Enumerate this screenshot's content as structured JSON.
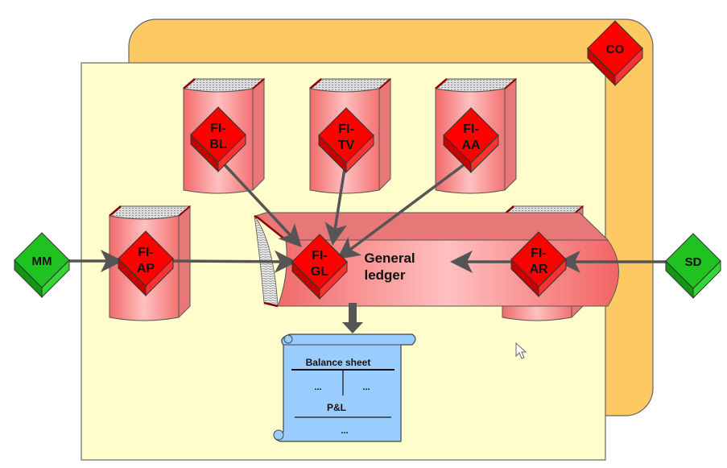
{
  "diagram": {
    "title": "SAP FI integration with General Ledger",
    "colors": {
      "co_area": "#FDC963",
      "fi_area": "#FFFDCC",
      "book": "#F7A0A0",
      "book_side": "#E87777",
      "module_red": "#FF0000",
      "module_green": "#22C422",
      "arrow": "#555555",
      "scroll": "#99CCFF"
    },
    "modules": {
      "co": {
        "label": "CO"
      },
      "mm": {
        "label": "MM"
      },
      "sd": {
        "label": "SD"
      },
      "fi_bl": {
        "line1": "FI-",
        "line2": "BL"
      },
      "fi_tv": {
        "line1": "FI-",
        "line2": "TV"
      },
      "fi_aa": {
        "line1": "FI-",
        "line2": "AA"
      },
      "fi_ap": {
        "line1": "FI-",
        "line2": "AP"
      },
      "fi_ar": {
        "line1": "FI-",
        "line2": "AR"
      },
      "fi_gl": {
        "line1": "FI-",
        "line2": "GL"
      }
    },
    "general_ledger": {
      "line1": "General",
      "line2": "ledger"
    },
    "report": {
      "header": "Balance sheet",
      "left": "...",
      "right": "...",
      "mid": "P&L",
      "bottom": "..."
    },
    "edges": [
      {
        "from": "MM",
        "to": "FI-AP"
      },
      {
        "from": "FI-AP",
        "to": "FI-GL"
      },
      {
        "from": "FI-BL",
        "to": "FI-GL"
      },
      {
        "from": "FI-TV",
        "to": "FI-GL"
      },
      {
        "from": "FI-AA",
        "to": "FI-GL"
      },
      {
        "from": "SD",
        "to": "FI-AR"
      },
      {
        "from": "FI-AR",
        "to": "General ledger"
      },
      {
        "from": "General ledger",
        "to": "Balance sheet"
      }
    ]
  }
}
